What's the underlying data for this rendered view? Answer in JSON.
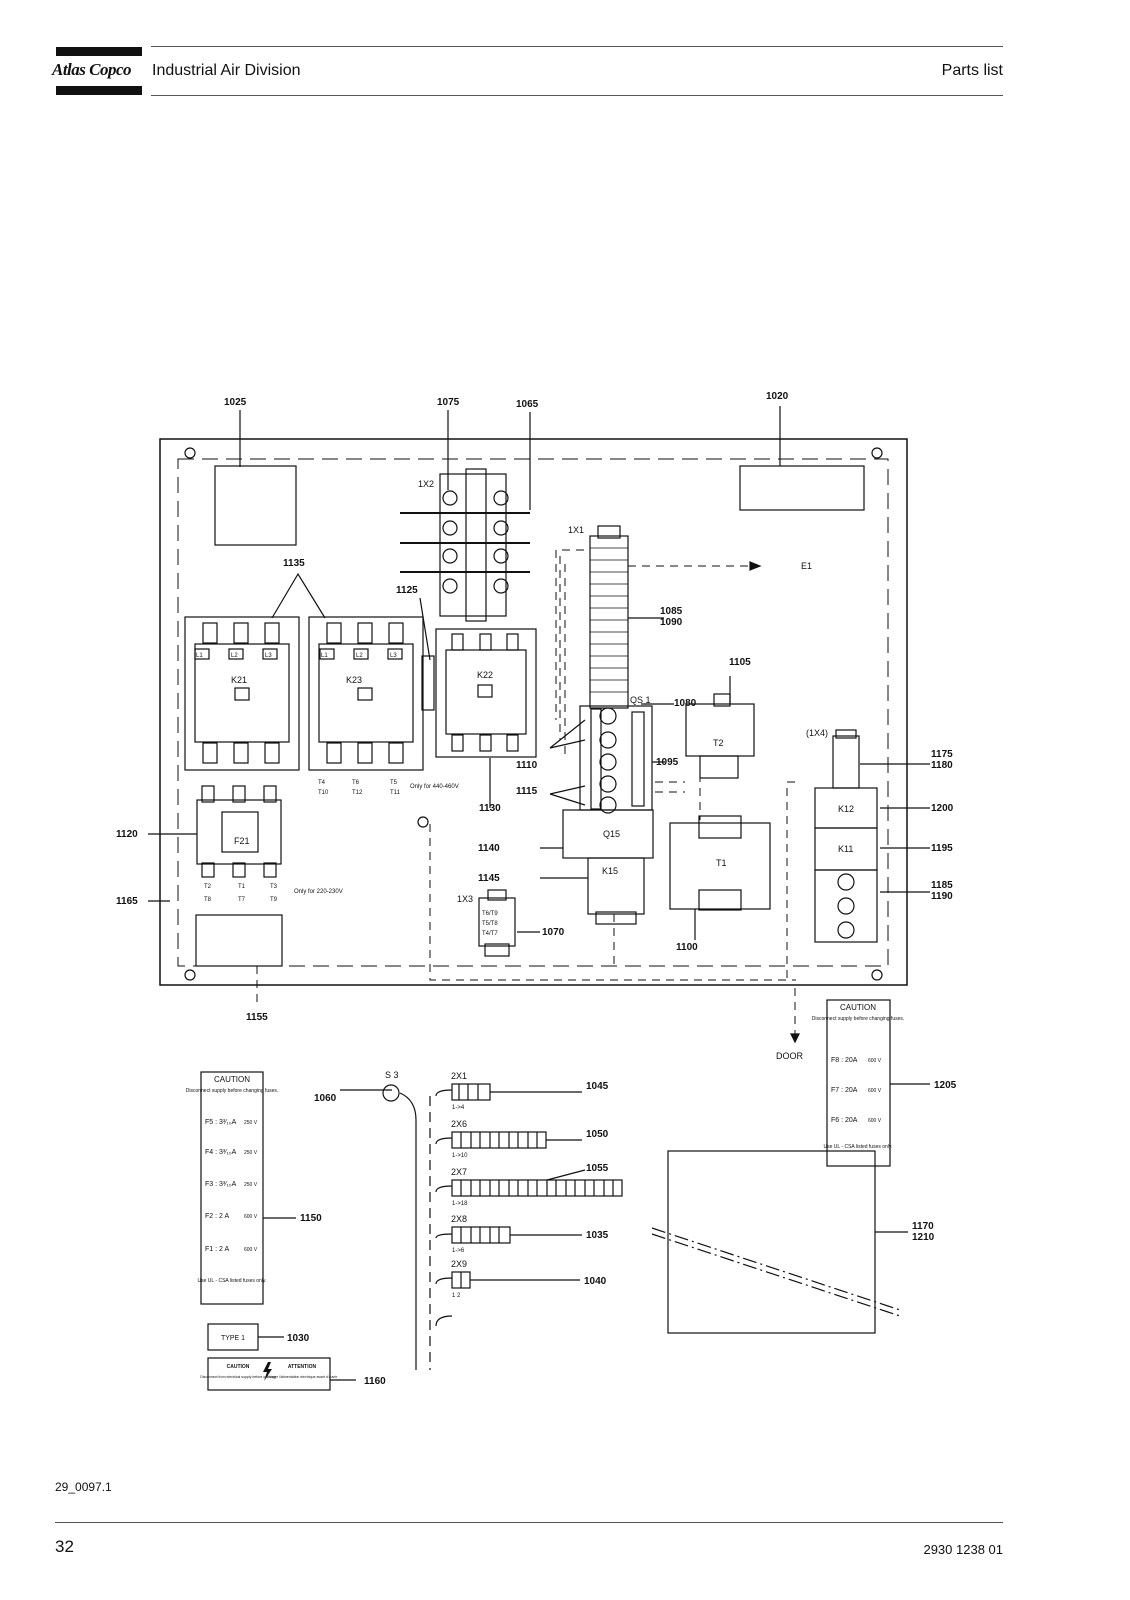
{
  "header": {
    "brand": "Atlas Copco",
    "division": "Industrial Air Division",
    "section": "Parts list"
  },
  "footer": {
    "figure_id": "29_0097.1",
    "page_number": "32",
    "doc_number": "2930 1238 01"
  },
  "diagram": {
    "callouts": {
      "c1025": "1025",
      "c1075": "1075",
      "c1065": "1065",
      "c1020": "1020",
      "c1135": "1135",
      "c1125": "1125",
      "c1085": "1085",
      "c1090": "1090",
      "c1105": "1105",
      "c1080": "1080",
      "c1110": "1110",
      "c1095": "1095",
      "c1115": "1115",
      "c1175": "1175",
      "c1180": "1180",
      "c1200": "1200",
      "c1120": "1120",
      "c1140": "1140",
      "c1195": "1195",
      "c1145": "1145",
      "c1185": "1185",
      "c1190": "1190",
      "c1165": "1165",
      "c1070": "1070",
      "c1100": "1100",
      "c1130": "1130",
      "c1155": "1155",
      "c1205": "1205",
      "c1060": "1060",
      "c1045": "1045",
      "c1050": "1050",
      "c1055": "1055",
      "c1150": "1150",
      "c1035": "1035",
      "c1040": "1040",
      "c1170": "1170",
      "c1210": "1210",
      "c1030": "1030",
      "c1160": "1160"
    },
    "components": {
      "k21": "K21",
      "k23": "K23",
      "k22": "K22",
      "q15": "Q15",
      "k15": "K15",
      "t1": "T1",
      "t2": "T2",
      "f21": "F21",
      "k12": "K12",
      "k11": "K11",
      "x1x1": "1X1",
      "x1x2": "1X2",
      "x1x3": "1X3",
      "x1x4": "(1X4)",
      "e1": "E1",
      "door": "DOOR",
      "s3": "S 3",
      "qs1": "QS 1",
      "l1": "L1",
      "l2": "L2",
      "l3": "L3"
    },
    "terminals": {
      "x2x1": "2X1",
      "x2x1r": "1->4",
      "x2x6": "2X6",
      "x2x6r": "1->10",
      "x2x7": "2X7",
      "x2x7r": "1->18",
      "x2x8": "2X8",
      "x2x8r": "1->6",
      "x2x9": "2X9",
      "x2x9r": "1  2"
    },
    "small_labels": {
      "t4": "T4",
      "t6": "T6",
      "t5": "T5",
      "t10": "T10",
      "t12": "T12",
      "t11": "T11",
      "t2": "T2",
      "t1": "T1",
      "t3": "T3",
      "t8": "T8",
      "t7": "T7",
      "t9": "T9",
      "only_220": "Only for 220-230V",
      "only_440": "Only for 440-460V",
      "t6t9": "T6/T9",
      "t5t8": "T5/T8",
      "t4t7": "T4/T7"
    },
    "caution_left": {
      "title": "CAUTION",
      "text": "Disconnect supply before changing fuses.",
      "fuses": [
        {
          "label": "F5 :  3³⁄₁₀A",
          "volt": "250 V"
        },
        {
          "label": "F4 :  3³⁄₁₀A",
          "volt": "250 V"
        },
        {
          "label": "F3 :  3³⁄₁₀A",
          "volt": "250 V"
        },
        {
          "label": "F2 :  2   A",
          "volt": "600 V"
        },
        {
          "label": "F1 :  2   A",
          "volt": "600 V"
        }
      ],
      "footer": "Use UL - CSA listed fuses only."
    },
    "caution_right": {
      "title": "CAUTION",
      "text": "Disconnect supply before changing fuses.",
      "fuses": [
        {
          "label": "F8 :  20A",
          "volt": "600 V"
        },
        {
          "label": "F7 :  20A",
          "volt": "600 V"
        },
        {
          "label": "F6 :  20A",
          "volt": "600 V"
        }
      ],
      "footer": "Use UL - CSA listed fuses only."
    },
    "type_label": "TYPE 1",
    "warning_label": {
      "left_title": "CAUTION",
      "left_text": "Disconnect from electrical supply before opening",
      "right_title": "ATTENTION",
      "right_text": "Couper l'alimentation electrique avant d'ouvrir"
    }
  }
}
